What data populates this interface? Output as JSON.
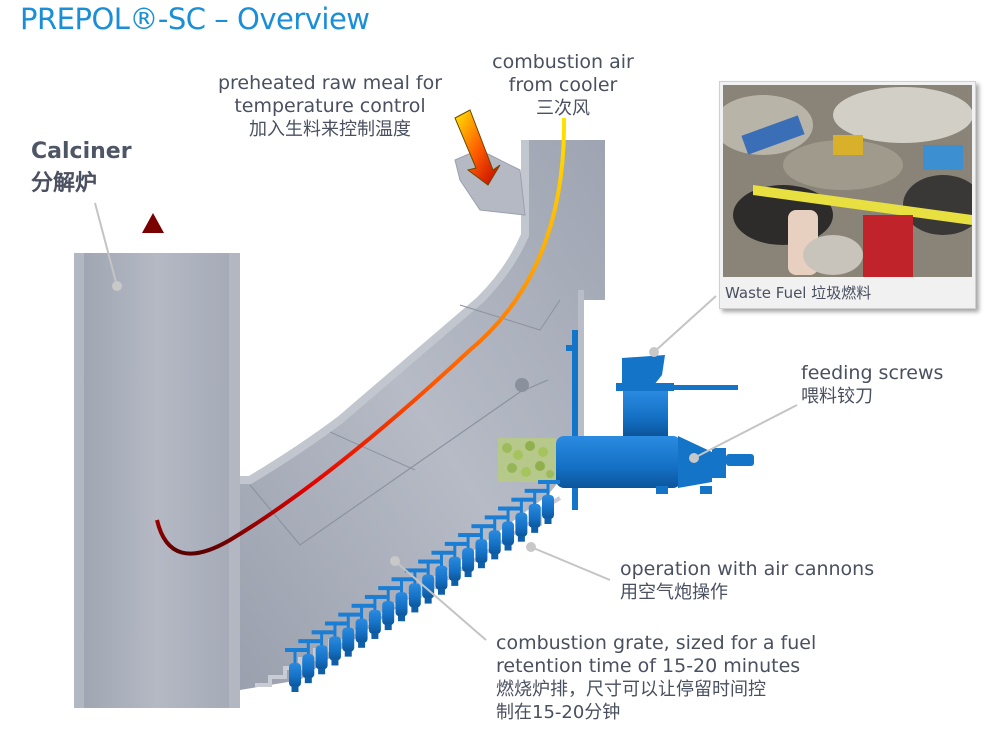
{
  "title": "PREPOL®-SC – Overview",
  "colors": {
    "title": "#1a8fd8",
    "equipment_blue": "#1475c8",
    "steel_gray": "#a6acb8",
    "label_text": "#4a5060",
    "leader_line": "#c4c4c4"
  },
  "labels": {
    "calciner": {
      "en": "Calciner",
      "cn": "分解炉"
    },
    "raw_meal": {
      "en_line1": "preheated raw meal for",
      "en_line2": "temperature control",
      "cn": "加入生料来控制温度"
    },
    "combustion_air": {
      "en_line1": "combustion air",
      "en_line2": "from cooler",
      "cn": "三次风"
    },
    "feeding_screws": {
      "en": "feeding screws",
      "cn": "喂料铰刀"
    },
    "air_cannons": {
      "en": "operation with air cannons",
      "cn": "用空气炮操作"
    },
    "combustion_grate": {
      "en_line1": "combustion grate, sized for a fuel",
      "en_line2": "retention time of 15-20 minutes",
      "cn_line1": "燃烧炉排，尺寸可以让停留时间控",
      "cn_line2": "制在15-20分钟"
    }
  },
  "photo": {
    "caption": "Waste Fuel 垃圾燃料",
    "subject": "waste-fuel-pile-with-measuring-tape"
  },
  "air_cannon_count": 20
}
